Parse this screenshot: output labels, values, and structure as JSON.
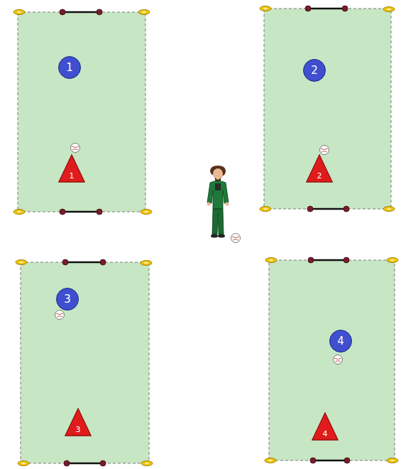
{
  "diagram": {
    "nodes": [
      {
        "text": [
          "1"
        ]
      },
      {
        "text": [
          "1"
        ]
      },
      {
        "text": [
          "2"
        ]
      },
      {
        "text": [
          "2"
        ]
      },
      {
        "text": [
          "3"
        ]
      },
      {
        "text": [
          "3"
        ]
      },
      {
        "text": [
          "4"
        ]
      },
      {
        "text": [
          "4"
        ]
      }
    ]
  }
}
